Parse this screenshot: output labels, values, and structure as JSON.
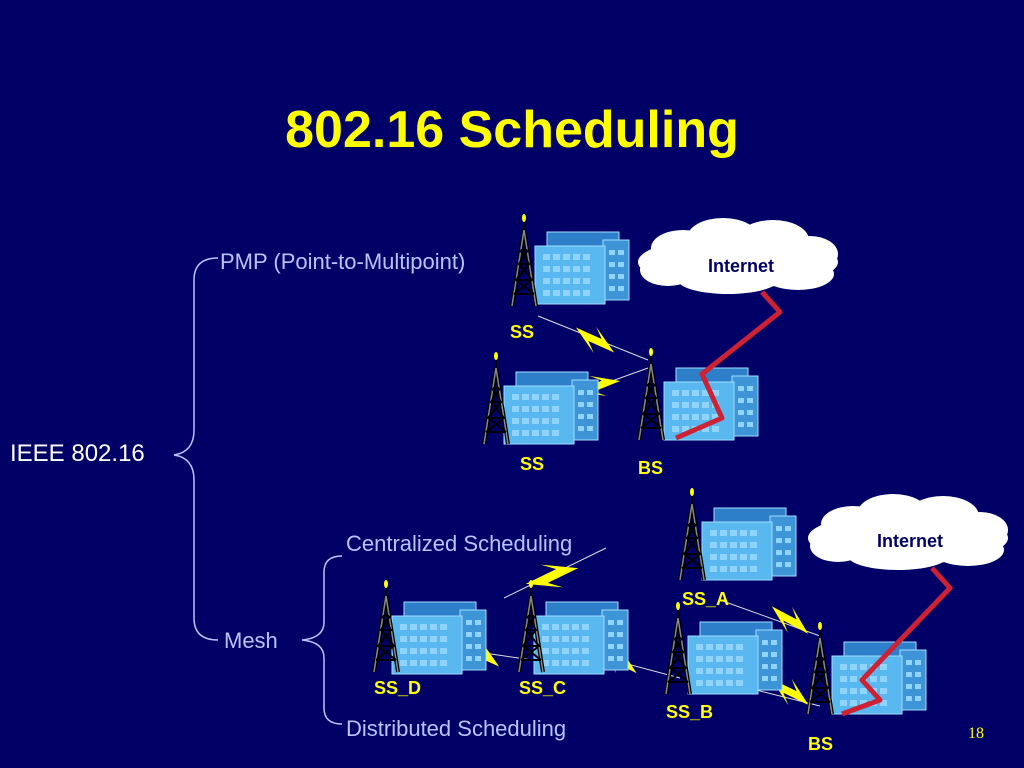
{
  "slide": {
    "title": "802.16 Scheduling",
    "page_number": "18"
  },
  "tree": {
    "root": "IEEE 802.16",
    "pmp": "PMP (Point-to-Multipoint)",
    "mesh": "Mesh",
    "centralized": "Centralized Scheduling",
    "distributed": "Distributed Scheduling"
  },
  "pmp_diagram": {
    "internet": "Internet",
    "ss_top": "SS",
    "ss_bottom": "SS",
    "bs": "BS"
  },
  "mesh_diagram": {
    "internet": "Internet",
    "ss_a": "SS_A",
    "ss_b": "SS_B",
    "ss_c": "SS_C",
    "ss_d": "SS_D",
    "bs": "BS"
  },
  "colors": {
    "background": "#000066",
    "title": "#ffff00",
    "node_label": "#ffff00",
    "tree_label": "#b8c4ff",
    "building": "#5ab8f0",
    "link": "#cc2233",
    "wireless": "#ffff00"
  }
}
